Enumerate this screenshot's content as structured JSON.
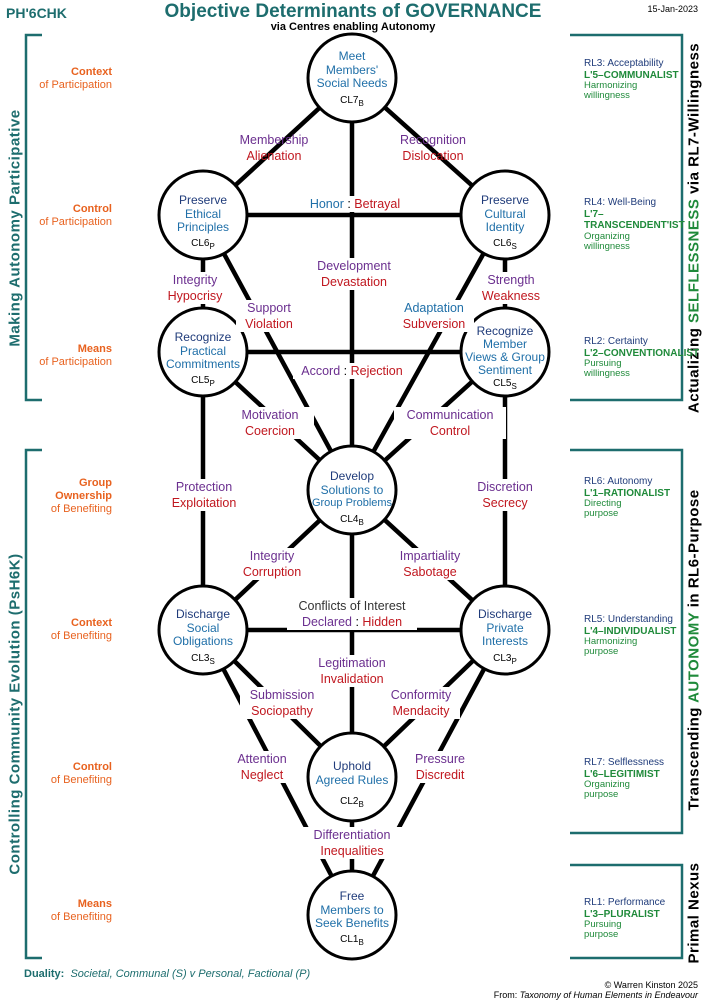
{
  "header": {
    "code": "PH'6CHK",
    "title": "Objective Determinants of GOVERNANCE",
    "subtitle": "via Centres enabling Autonomy",
    "date": "15-Jan-2023"
  },
  "left_side": {
    "upper_vertical": "Making Autonomy Participative",
    "lower_vertical": "Controlling Community Evolution (PsH6K)",
    "upper_labels": [
      {
        "bold": "Context",
        "rest": "of Participation"
      },
      {
        "bold": "Control",
        "rest": "of Participation"
      },
      {
        "bold": "Means",
        "rest": "of Participation"
      }
    ],
    "lower_labels": [
      {
        "bold": "Group Ownership",
        "rest": "of Benefiting"
      },
      {
        "bold": "Context",
        "rest": "of Benefiting"
      },
      {
        "bold": "Control",
        "rest": "of Benefiting"
      },
      {
        "bold": "Means",
        "rest": "of Benefiting"
      }
    ]
  },
  "right_side": {
    "upper_vertical_a": "Actualizing ",
    "upper_vertical_b": "SELFLESSNESS",
    "upper_vertical_c": " via RL7-Willingness",
    "middle_vertical_a": "Transcending ",
    "middle_vertical_b": "AUTONOMY",
    "middle_vertical_c": " in RL6-Purpose",
    "lower_vertical": "Primal Nexus",
    "levels": [
      {
        "rl": "RL3: Acceptability",
        "type": "L'5–COMMUNALIST",
        "note": "Harmonizing willingness"
      },
      {
        "rl": "RL4: Well-Being",
        "type": "L'7–TRANSCENDENT'IST",
        "note": "Organizing willingness"
      },
      {
        "rl": "RL2: Certainty",
        "type": "L'2–CONVENTIONALIST",
        "note": "Pursuing willingness"
      },
      {
        "rl": "RL6: Autonomy",
        "type": "L'1–RATIONALIST",
        "note": "Directing purpose"
      },
      {
        "rl": "RL5: Understanding",
        "type": "L'4–INDIVIDUALIST",
        "note": "Harmonizing purpose"
      },
      {
        "rl": "RL7: Selflessness",
        "type": "L'6–LEGITIMIST",
        "note": "Organizing purpose"
      },
      {
        "rl": "RL1: Performance",
        "type": "L'3–PLURALIST",
        "note": "Pursuing purpose"
      }
    ]
  },
  "nodes": [
    {
      "id": "cl7",
      "lines": [
        "Meet",
        "Members'",
        "Social Needs"
      ],
      "code": "CL7",
      "sub": "B"
    },
    {
      "id": "cl6p",
      "lines": [
        "Preserve",
        "Ethical",
        "Principles"
      ],
      "code": "CL6",
      "sub": "P"
    },
    {
      "id": "cl6s",
      "lines": [
        "Preserve",
        "Cultural",
        "Identity"
      ],
      "code": "CL6",
      "sub": "S"
    },
    {
      "id": "cl5p",
      "lines": [
        "Recognize",
        "Practical",
        "Commitments"
      ],
      "code": "CL5",
      "sub": "P"
    },
    {
      "id": "cl5s",
      "lines": [
        "Recognize",
        "Member",
        "Views & Group",
        "Sentiment"
      ],
      "code": "CL5",
      "sub": "S"
    },
    {
      "id": "cl4",
      "lines": [
        "Develop",
        "Solutions to",
        "Group Problems"
      ],
      "code": "CL4",
      "sub": "B"
    },
    {
      "id": "cl3s",
      "lines": [
        "Discharge",
        "Social",
        "Obligations"
      ],
      "code": "CL3",
      "sub": "S"
    },
    {
      "id": "cl3p",
      "lines": [
        "Discharge",
        "Private",
        "Interests"
      ],
      "code": "CL3",
      "sub": "P"
    },
    {
      "id": "cl2",
      "lines": [
        "Uphold",
        "Agreed Rules"
      ],
      "code": "CL2",
      "sub": "B"
    },
    {
      "id": "cl1",
      "lines": [
        "Free",
        "Members to",
        "Seek Benefits"
      ],
      "code": "CL1",
      "sub": "B"
    }
  ],
  "pairs": [
    {
      "id": "membership",
      "top": "Membership",
      "bottom": "Alienation"
    },
    {
      "id": "recognition",
      "top": "Recognition",
      "bottom": "Dislocation"
    },
    {
      "id": "honor",
      "top": "Honor",
      "bottom": "Betrayal"
    },
    {
      "id": "integrity1",
      "top": "Integrity",
      "bottom": "Hypocrisy"
    },
    {
      "id": "development",
      "top": "Development",
      "bottom": "Devastation"
    },
    {
      "id": "strength",
      "top": "Strength",
      "bottom": "Weakness"
    },
    {
      "id": "support",
      "top": "Support",
      "bottom": "Violation"
    },
    {
      "id": "adaptation",
      "top": "Adaptation",
      "bottom": "Subversion"
    },
    {
      "id": "accord",
      "top": "Accord",
      "bottom": "Rejection"
    },
    {
      "id": "motivation",
      "top": "Motivation",
      "bottom": "Coercion"
    },
    {
      "id": "communication",
      "top": "Communication",
      "bottom": "Control"
    },
    {
      "id": "protection",
      "top": "Protection",
      "bottom": "Exploitation"
    },
    {
      "id": "discretion",
      "top": "Discretion",
      "bottom": "Secrecy"
    },
    {
      "id": "integrity2",
      "top": "Integrity",
      "bottom": "Corruption"
    },
    {
      "id": "impartiality",
      "top": "Impartiality",
      "bottom": "Sabotage"
    },
    {
      "id": "conflicts",
      "top": "Conflicts of Interest",
      "bottom_a": "Declared",
      "bottom": "Hidden"
    },
    {
      "id": "legitimation",
      "top": "Legitimation",
      "bottom": "Invalidation"
    },
    {
      "id": "submission",
      "top": "Submission",
      "bottom": "Sociopathy"
    },
    {
      "id": "conformity",
      "top": "Conformity",
      "bottom": "Mendacity"
    },
    {
      "id": "attention",
      "top": "Attention",
      "bottom": "Neglect"
    },
    {
      "id": "pressure",
      "top": "Pressure",
      "bottom": "Discredit"
    },
    {
      "id": "differentiation",
      "top": "Differentiation",
      "bottom": "Inequalities"
    }
  ],
  "footer": {
    "duality_label": "Duality:",
    "duality_text": "Societal, Communal (S) v Personal, Factional (P)",
    "copyright": "© Warren Kinston 2025",
    "from_label": "From:",
    "from_text": "Taxonomy of Human Elements in Endeavour"
  },
  "colors": {
    "teal": "#1d6d6e",
    "orange": "#e8621f",
    "green": "#1f8a3a",
    "navy": "#1f3b7a",
    "purple": "#6b2f8f",
    "red": "#c0171f",
    "blue": "#1f6fa8"
  }
}
